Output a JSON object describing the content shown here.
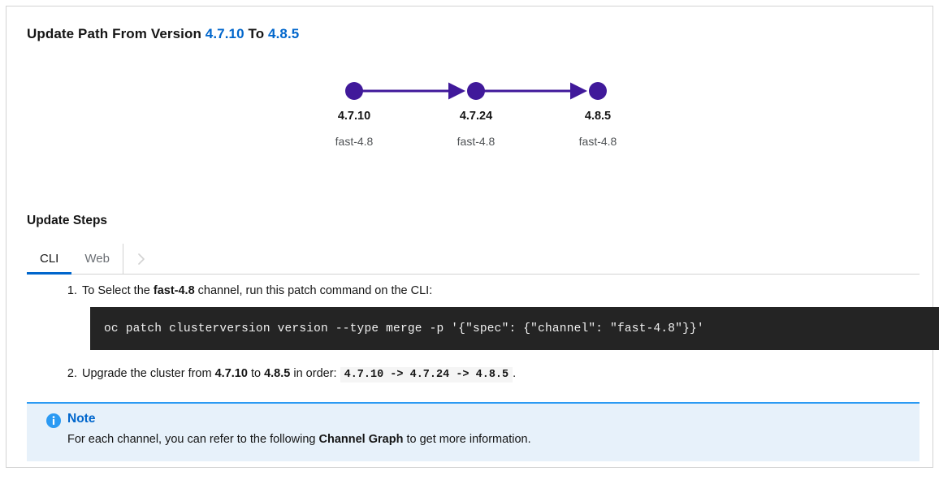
{
  "header": {
    "prefix": "Update Path From Version",
    "from_version": "4.7.10",
    "to_word": "To",
    "to_version": "4.8.5"
  },
  "graph": {
    "accent_color": "#40199a",
    "nodes": [
      {
        "version": "4.7.10",
        "channel": "fast-4.8"
      },
      {
        "version": "4.7.24",
        "channel": "fast-4.8"
      },
      {
        "version": "4.8.5",
        "channel": "fast-4.8"
      }
    ]
  },
  "steps_section": {
    "title": "Update Steps",
    "tabs": [
      {
        "label": "CLI",
        "active": true
      },
      {
        "label": "Web",
        "active": false
      }
    ],
    "scroll_icon": "chevron-right-icon",
    "steps": [
      {
        "number": "1.",
        "text_before": "To Select the ",
        "channel": "fast-4.8",
        "text_after": " channel, run this patch command on the CLI:",
        "command": "oc patch clusterversion version --type merge -p '{\"spec\": {\"channel\": \"fast-4.8\"}}'"
      },
      {
        "number": "2.",
        "text_before": "Upgrade the cluster from ",
        "from_version": "4.7.10",
        "text_middle": " to ",
        "to_version": "4.8.5",
        "text_after": " in order: ",
        "order_code": "4.7.10 -> 4.7.24 -> 4.8.5",
        "text_end": "."
      }
    ]
  },
  "note": {
    "icon": "info-circle-icon",
    "title": "Note",
    "body_before": "For each channel, you can refer to the following ",
    "body_link": "Channel Graph",
    "body_after": " to get more information.",
    "accent_color": "#2b9af3",
    "background_color": "#e7f1fa"
  }
}
